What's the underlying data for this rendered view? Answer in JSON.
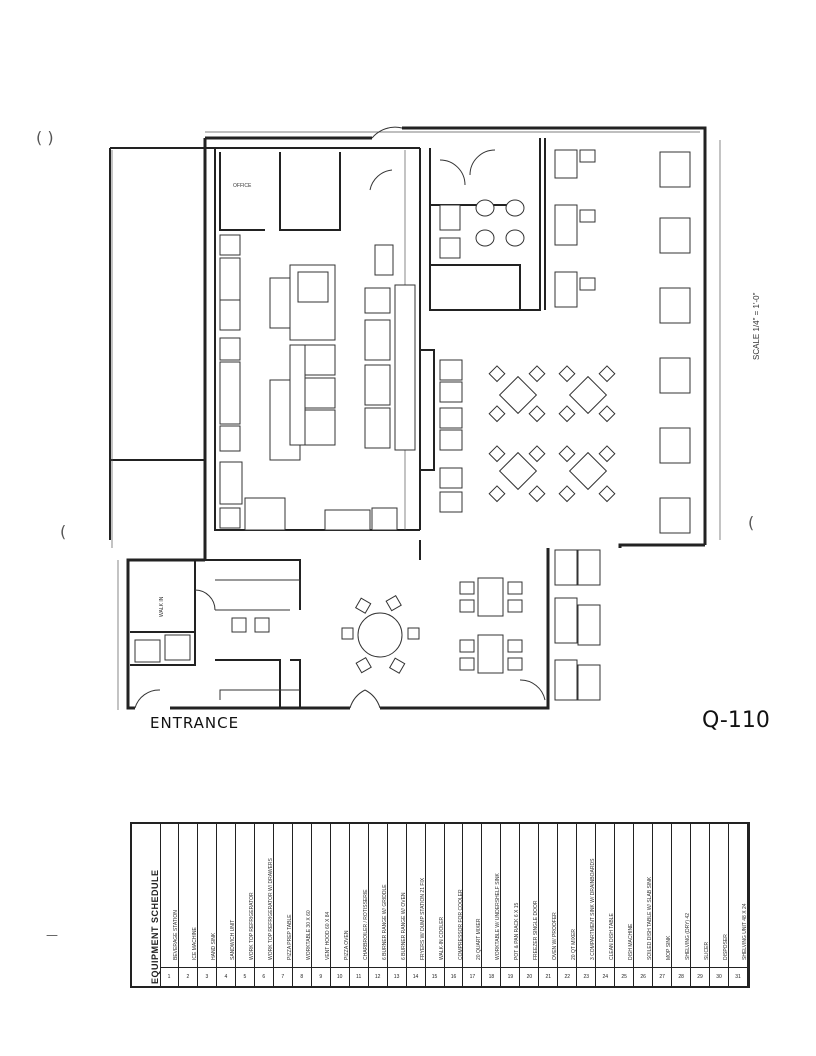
{
  "labels": {
    "entrance": "ENTRANCE",
    "sheet_number": "Q-110",
    "scale": "SCALE 1/4\" = 1'-0\"",
    "office": "OFFICE",
    "walk_in": "WALK IN",
    "paren_left": "( )",
    "paren_mid": "(",
    "paren_right": "(",
    "dash": "—"
  },
  "schedule": {
    "title": "EQUIPMENT SCHEDULE",
    "items": [
      {
        "num": "1",
        "name": "BEVERAGE STATION"
      },
      {
        "num": "2",
        "name": "ICE MACHINE"
      },
      {
        "num": "3",
        "name": "HAND SINK"
      },
      {
        "num": "4",
        "name": "SANDWICH UNIT"
      },
      {
        "num": "5",
        "name": "WORK TOP REFRIGERATOR"
      },
      {
        "num": "6",
        "name": "WORK TOP REFRIGERATOR W/ DRAWERS"
      },
      {
        "num": "7",
        "name": "PIZZA PREP TABLE"
      },
      {
        "num": "8",
        "name": "WORKTABLE 30 X 60"
      },
      {
        "num": "9",
        "name": "VENT HOOD 60 X 84"
      },
      {
        "num": "10",
        "name": "PIZZA OVEN"
      },
      {
        "num": "11",
        "name": "CHARBROILER / ROTISSERIE"
      },
      {
        "num": "12",
        "name": "6 BURNER RANGE W/ GRIDDLE"
      },
      {
        "num": "13",
        "name": "6 BURNER RANGE W/ OVEN"
      },
      {
        "num": "14",
        "name": "FRYERS W/ DUMP STATION 21 FIX"
      },
      {
        "num": "15",
        "name": "WALK-IN COOLER"
      },
      {
        "num": "16",
        "name": "COMPRESSOR FOR COOLER"
      },
      {
        "num": "17",
        "name": "20 QUART MIXER"
      },
      {
        "num": "18",
        "name": "WORKTABLE W/ UNDERSHELF SINK"
      },
      {
        "num": "19",
        "name": "POT & PAN RACK 6 X 15"
      },
      {
        "num": "20",
        "name": "FREEZER SINGLE DOOR"
      },
      {
        "num": "21",
        "name": "OVEN W/ PROOFER"
      },
      {
        "num": "22",
        "name": "20 QT MIXER"
      },
      {
        "num": "23",
        "name": "3 COMPARTMENT SINK W/ DRAINBOARDS"
      },
      {
        "num": "24",
        "name": "CLEAN DISH TABLE"
      },
      {
        "num": "25",
        "name": "DISH MACHINE"
      },
      {
        "num": "26",
        "name": "SOILED DISH TABLE W/ SLAB SINK"
      },
      {
        "num": "27",
        "name": "MOP SINK"
      },
      {
        "num": "28",
        "name": "SHELVING (DRY) 42"
      },
      {
        "num": "29",
        "name": "SLICER"
      },
      {
        "num": "30",
        "name": "DISPOSER"
      },
      {
        "num": "31",
        "name": "SHELVING UNIT 48 X 24"
      }
    ]
  }
}
